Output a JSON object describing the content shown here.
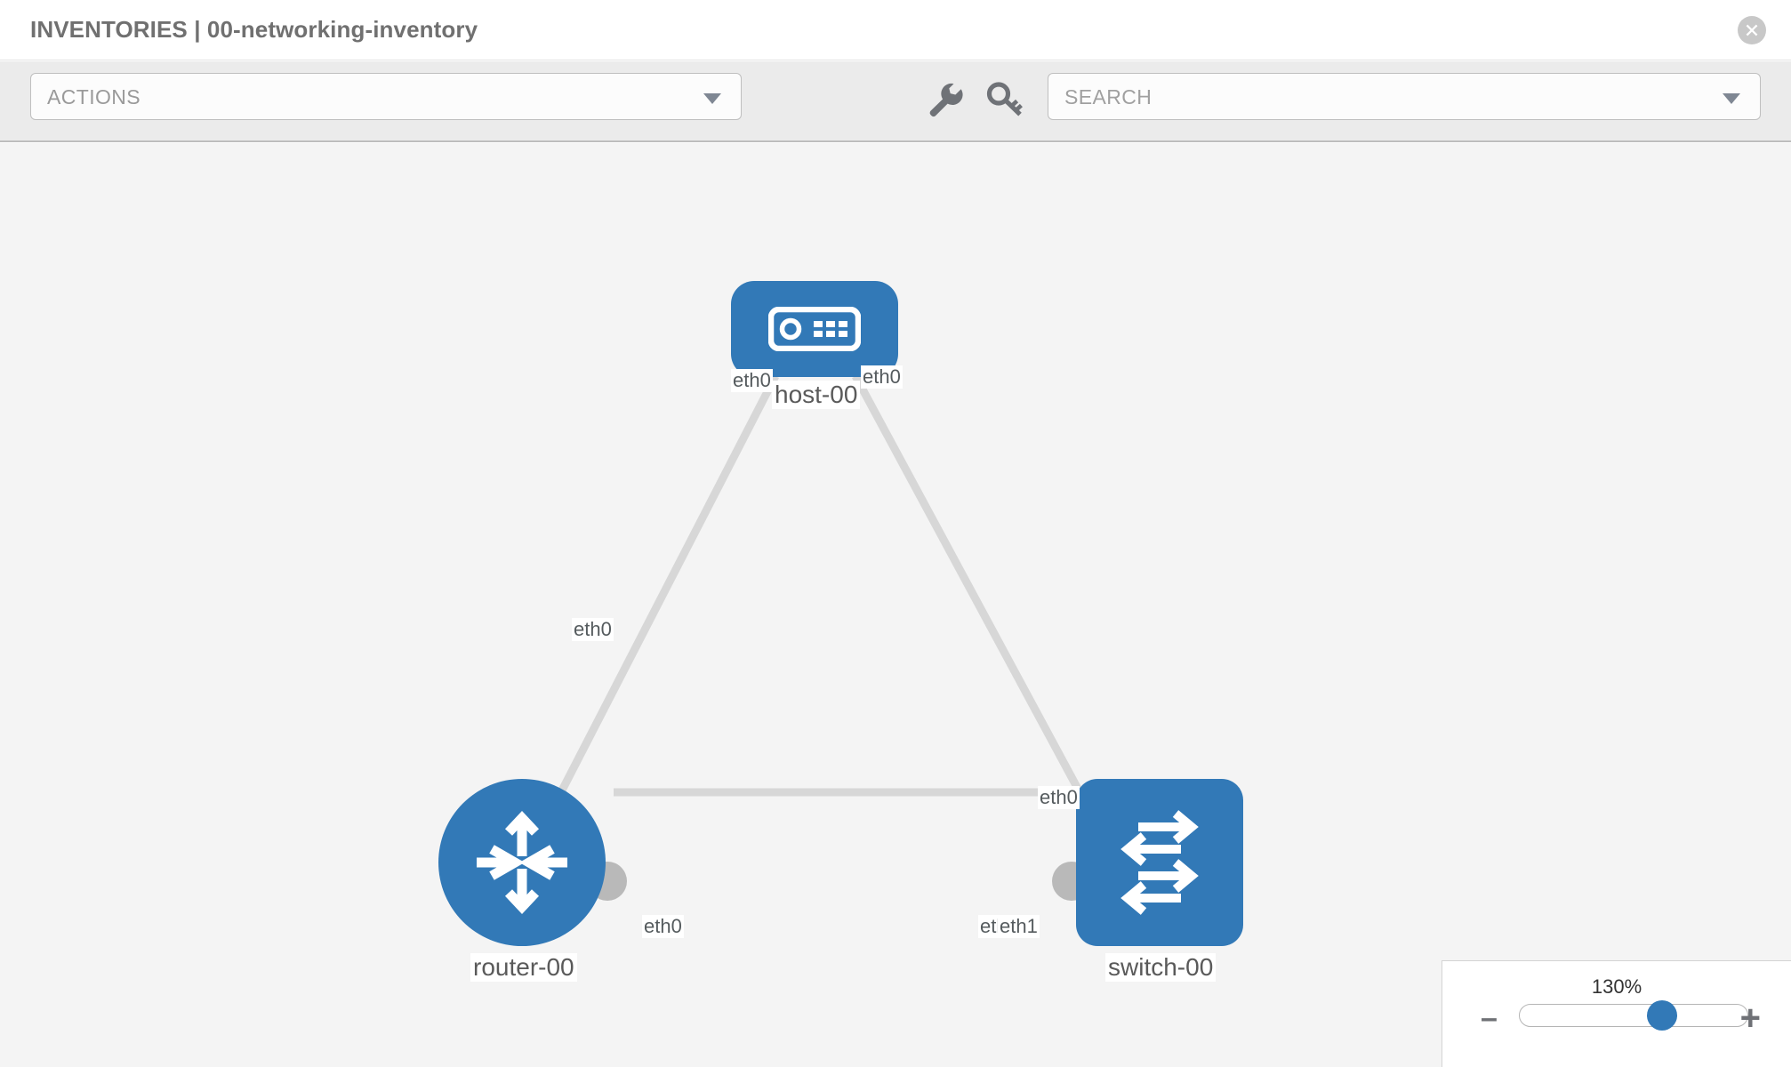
{
  "header": {
    "title": "INVENTORIES | 00-networking-inventory",
    "close_icon": "close-circle-icon"
  },
  "toolbar": {
    "actions_label": "ACTIONS",
    "actions_caret_icon": "chevron-down-icon",
    "wrench_icon": "wrench-icon",
    "key_icon": "key-icon",
    "search_placeholder": "SEARCH",
    "search_value": "",
    "search_caret_icon": "chevron-down-icon"
  },
  "topology": {
    "nodes": [
      {
        "id": "host-00",
        "label": "host-00",
        "type": "host",
        "icon": "server-icon",
        "shape": "rounded-rect"
      },
      {
        "id": "router-00",
        "label": "router-00",
        "type": "router",
        "icon": "router-arrows-icon",
        "shape": "circle"
      },
      {
        "id": "switch-00",
        "label": "switch-00",
        "type": "switch",
        "icon": "switch-arrows-icon",
        "shape": "rounded-square"
      }
    ],
    "links": [
      {
        "from": "host-00",
        "to": "router-00",
        "from_interface": "eth0",
        "to_interface": "eth0"
      },
      {
        "from": "host-00",
        "to": "switch-00",
        "from_interface": "eth0",
        "to_interface": "eth0"
      },
      {
        "from": "router-00",
        "to": "switch-00",
        "from_interface": "eth0",
        "to_interface": "eth1"
      }
    ],
    "edge_labels": {
      "host_left": "eth0",
      "host_right": "eth0",
      "router_upper": "eth0",
      "switch_upper": "eth0",
      "router_right": "eth0",
      "switch_left_hidden": "eth0",
      "switch_left": "eth1"
    }
  },
  "zoom": {
    "level": "130%",
    "minus_label": "–",
    "plus_label": "+",
    "thumb_position_pct": 62
  },
  "colors": {
    "node_blue": "#3279b7",
    "port_gray": "#b9b9b9",
    "edge_gray": "#d7d7d7",
    "canvas_bg": "#f4f4f4",
    "toolbar_bg": "#ebebeb"
  }
}
